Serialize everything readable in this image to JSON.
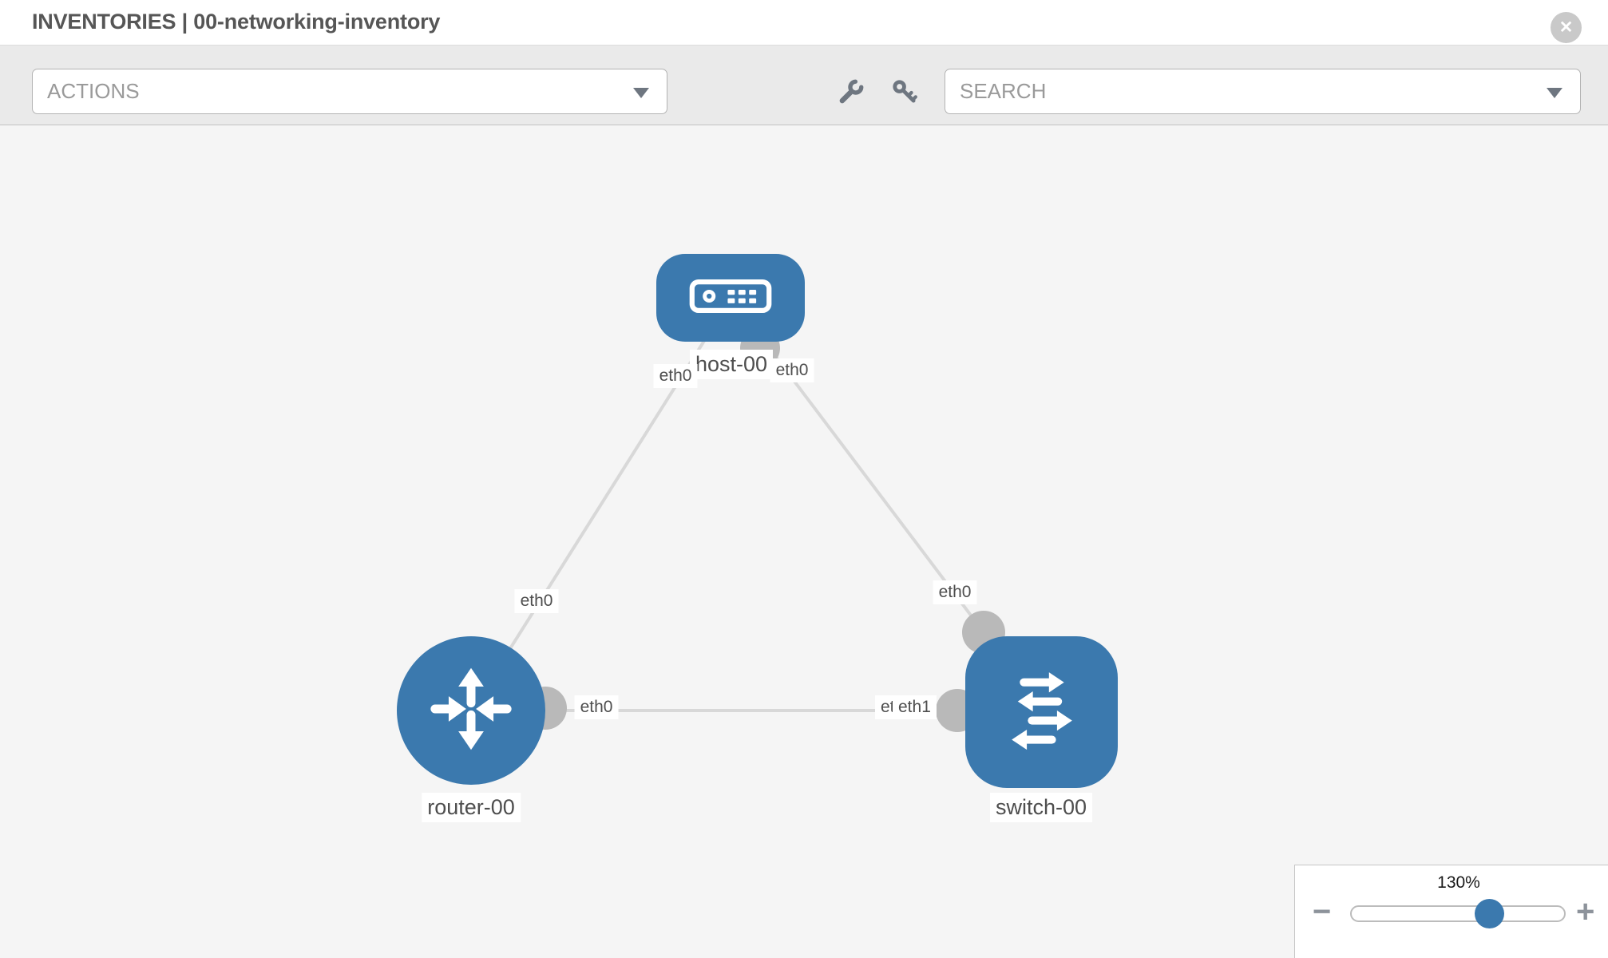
{
  "header": {
    "title": "INVENTORIES | 00-networking-inventory",
    "close_glyph": "✕"
  },
  "toolbar": {
    "actions_label": "ACTIONS",
    "search_placeholder": "SEARCH",
    "wrench_icon": "wrench",
    "key_icon": "key"
  },
  "graph": {
    "nodes": [
      {
        "id": "host-00",
        "type": "host",
        "label": "host-00"
      },
      {
        "id": "router-00",
        "type": "router",
        "label": "router-00"
      },
      {
        "id": "switch-00",
        "type": "switch",
        "label": "switch-00"
      }
    ],
    "links": [
      {
        "source": "router-00",
        "target": "host-00",
        "source_port": "eth0",
        "target_port": "eth0"
      },
      {
        "source": "switch-00",
        "target": "host-00",
        "source_port": "eth0",
        "target_port": "eth0"
      },
      {
        "source": "router-00",
        "target": "switch-00",
        "source_port": "eth0",
        "target_port": "eth1"
      }
    ],
    "port_labels": {
      "host_left": "eth0",
      "host_right": "eth0",
      "router_top": "eth0",
      "router_right": "eth0",
      "switch_top": "eth0",
      "switch_left_back": "eth0",
      "switch_left_front": "eth1"
    }
  },
  "zoom_control": {
    "percent": "130%",
    "zoom_out_glyph": "−",
    "zoom_in_glyph": "+",
    "slider_value": 65
  },
  "colors": {
    "node_blue": "#3b79ae",
    "link_gray": "#d8d8d8",
    "connector_gray": "#b9b9b9",
    "canvas_bg": "#f5f5f5",
    "toolbar_bg": "#eaeaea"
  }
}
